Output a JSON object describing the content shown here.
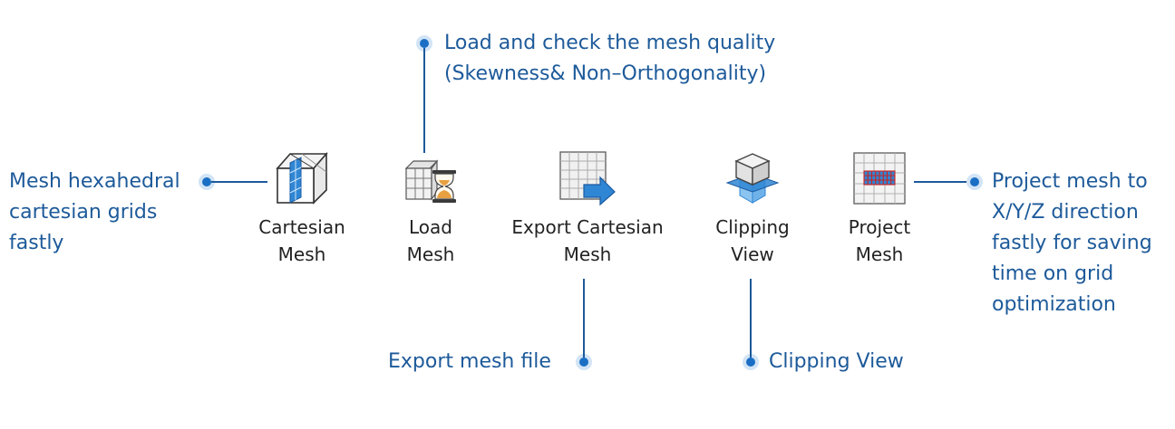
{
  "tools": [
    {
      "id": "cartesian",
      "icon": "cartesian-mesh-icon",
      "lines": [
        "Cartesian",
        "Mesh"
      ]
    },
    {
      "id": "load",
      "icon": "load-mesh-icon",
      "lines": [
        "Load",
        "Mesh"
      ]
    },
    {
      "id": "export",
      "icon": "export-cartesian-mesh-icon",
      "lines": [
        "Export Cartesian",
        "Mesh"
      ]
    },
    {
      "id": "clipping",
      "icon": "clipping-view-icon",
      "lines": [
        "Clipping",
        "View"
      ]
    },
    {
      "id": "project",
      "icon": "project-mesh-icon",
      "lines": [
        "Project",
        "Mesh"
      ]
    }
  ],
  "notes": {
    "cartesian": [
      "Mesh hexahedral",
      "cartesian grids",
      "fastly"
    ],
    "load": [
      "Load and check the mesh quality",
      "(Skewness& Non–Orthogonality)"
    ],
    "export": [
      "Export mesh file"
    ],
    "clipping": [
      "Clipping View"
    ],
    "project": [
      "Project mesh to",
      "X/Y/Z direction",
      "fastly for saving",
      "time on grid",
      "optimization"
    ]
  },
  "colors": {
    "accent": "#1a6fc4",
    "note_text": "#1d5a9a",
    "label_text": "#222222",
    "projection_grid": "#cc2222"
  }
}
